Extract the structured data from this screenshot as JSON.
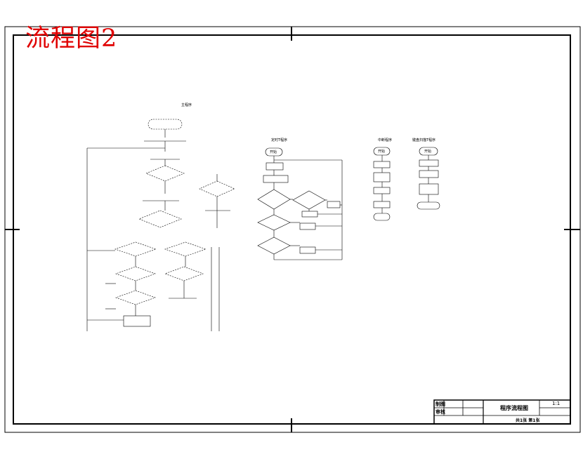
{
  "sheet_title": "流程图2",
  "main_flow": {
    "title": "主程序"
  },
  "sub_flow_1": {
    "title": "定时T程序",
    "start": "开始"
  },
  "sub_flow_2": {
    "title": "中断程序",
    "start": "开始"
  },
  "sub_flow_3": {
    "title": "键盘扫描T程序",
    "start": "开始"
  },
  "title_block": {
    "drawing_name": "程序流程图",
    "sheet_no": "1:1",
    "left_label_1": "制图",
    "left_label_2": "审核",
    "bottom_label": "共1张 第1张"
  },
  "colors": {
    "title_red": "#e00000",
    "line": "#000000"
  }
}
